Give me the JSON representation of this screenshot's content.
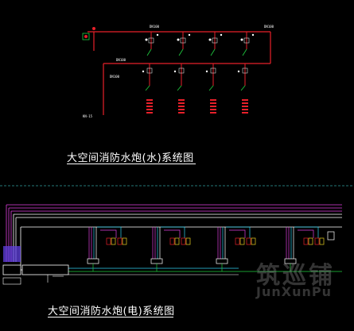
{
  "water_diagram": {
    "title": "大空间消防水炮(水)系统图",
    "pipe_labels": [
      "DN100",
      "DN100",
      "DN100",
      "DN100"
    ],
    "device_label": "KN-15"
  },
  "electric_diagram": {
    "title": "大空间消防水炮(电)系统图"
  },
  "watermark": {
    "brand_cn": "筑巡铺",
    "brand_en": "JunXunPu"
  },
  "colors": {
    "background": "#000000",
    "water_pipe": "#e8202a",
    "electric_magenta": "#e040e0",
    "electric_cyan": "#30d0f0",
    "electric_white": "#ffffff",
    "signal_green": "#20d040",
    "separator": "#30a0a0"
  }
}
